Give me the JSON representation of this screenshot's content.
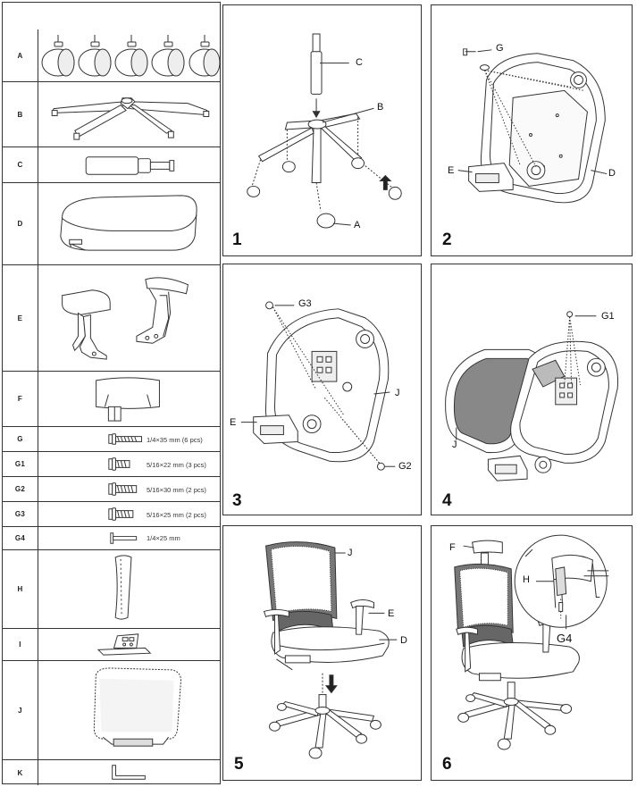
{
  "parts": [
    {
      "id": "A",
      "label": "A",
      "picture": "caster wheels x5"
    },
    {
      "id": "B",
      "label": "B",
      "picture": "five-star base"
    },
    {
      "id": "C",
      "label": "C",
      "picture": "gas lift cylinder"
    },
    {
      "id": "D",
      "label": "D",
      "picture": "seat cushion"
    },
    {
      "id": "E",
      "label": "E",
      "picture": "armrests (pair)"
    },
    {
      "id": "F",
      "label": "F",
      "picture": "headrest"
    },
    {
      "id": "G",
      "label": "G",
      "size": "1/4×35 mm (6 pcs)"
    },
    {
      "id": "G1",
      "label": "G1",
      "size": "5/16×22 mm (3 pcs)"
    },
    {
      "id": "G2",
      "label": "G2",
      "size": "5/16×30 mm (2 pcs)"
    },
    {
      "id": "G3",
      "label": "G3",
      "size": "5/16×25 mm (2 pcs)"
    },
    {
      "id": "G4",
      "label": "G4",
      "size": "1/4×25 mm"
    },
    {
      "id": "H",
      "label": "H",
      "picture": "headrest support bar"
    },
    {
      "id": "I",
      "label": "I",
      "picture": "mechanism bracket"
    },
    {
      "id": "J",
      "label": "J",
      "picture": "mesh backrest"
    },
    {
      "id": "K",
      "label": "K",
      "picture": "allen key"
    }
  ],
  "steps": [
    {
      "number": "1",
      "callouts": {
        "c": "C",
        "b": "B",
        "a": "A"
      }
    },
    {
      "number": "2",
      "callouts": {
        "g": "G",
        "e": "E",
        "d": "D"
      }
    },
    {
      "number": "3",
      "callouts": {
        "g3": "G3",
        "j": "J",
        "e": "E",
        "g2": "G2"
      }
    },
    {
      "number": "4",
      "callouts": {
        "g1": "G1",
        "j": "J"
      }
    },
    {
      "number": "5",
      "callouts": {
        "j": "J",
        "e": "E",
        "d": "D"
      }
    },
    {
      "number": "6",
      "callouts": {
        "f": "F",
        "h": "H",
        "g4": "G4"
      }
    }
  ]
}
